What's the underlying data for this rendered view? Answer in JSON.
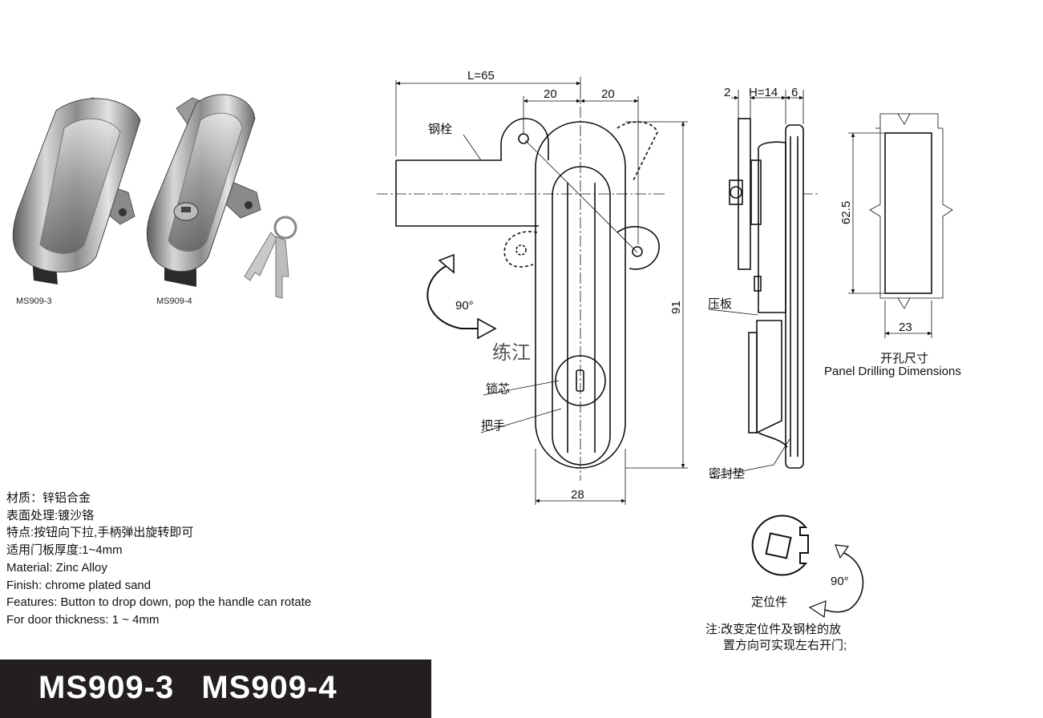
{
  "photos": {
    "left_caption": "MS909-3",
    "right_caption": "MS909-4"
  },
  "front_view": {
    "dim_length": "L=65",
    "dim_left_offset": "20",
    "dim_right_offset": "20",
    "dim_height": "91",
    "dim_width": "28",
    "label_bolt": "钢栓",
    "label_rotation": "90°",
    "label_watermark": "练江",
    "label_lock_core": "锁芯",
    "label_handle": "把手"
  },
  "side_view": {
    "dim_2": "2",
    "dim_h": "H=14",
    "dim_6": "6",
    "label_press_plate": "压板",
    "label_gasket": "密封垫"
  },
  "drilling": {
    "dim_height": "62.5",
    "dim_width": "23",
    "title_cn": "开孔尺寸",
    "title_en": "Panel Drilling Dimensions"
  },
  "positioner": {
    "rotation": "90°",
    "label": "定位件",
    "note_line1": "注:改变定位件及钢栓的放",
    "note_line2": "置方向可实现左右开门;"
  },
  "specs": [
    "材质：锌铝合金",
    "表面处理:镀沙铬",
    "特点:按钮向下拉,手柄弹出旋转即可",
    "适用门板厚度:1~4mm",
    "Material: Zinc Alloy",
    "Finish: chrome plated sand",
    "Features: Button to drop down, pop the handle can rotate",
    "For door thickness: 1 ~ 4mm"
  ],
  "banner": {
    "model_a": "MS909-3",
    "model_b": "MS909-4"
  }
}
